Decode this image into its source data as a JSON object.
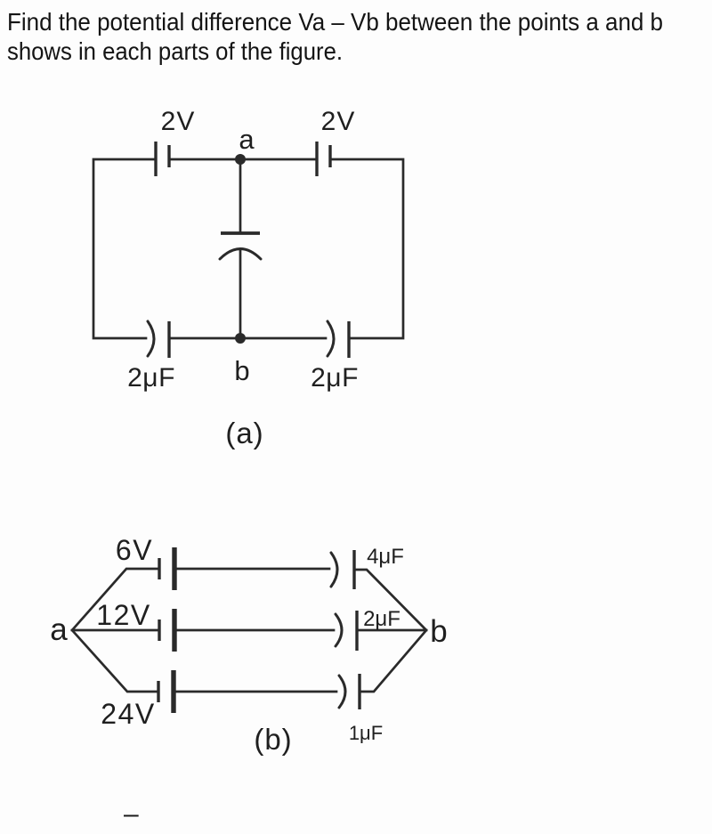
{
  "problem": {
    "line1": "Find the potential difference Va – Vb between the points a and b",
    "line2": "shows in each parts of the figure."
  },
  "circuit_a": {
    "caption": "(a)",
    "node_a": "a",
    "node_b": "b",
    "battery_left_label": "2V",
    "battery_right_label": "2V",
    "cap_left_label": "2μF",
    "cap_right_label": "2μF"
  },
  "circuit_b": {
    "caption": "(b)",
    "node_a": "a",
    "node_b": "b",
    "branches": [
      {
        "battery": "6V",
        "capacitor": "4μF"
      },
      {
        "battery": "12V",
        "capacitor": "2μF"
      },
      {
        "battery": "24V",
        "capacitor": "1μF"
      }
    ]
  },
  "footer": {
    "dash": "–"
  },
  "colors": {
    "line": "#2a2a2a",
    "text": "#1f1f1f",
    "background": "#fdfdfd"
  }
}
